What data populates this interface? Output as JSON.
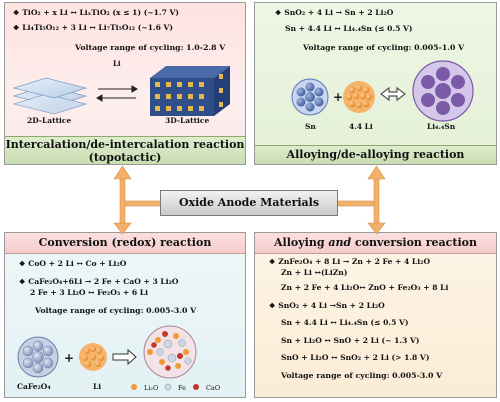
{
  "center": {
    "title": "Oxide Anode Materials"
  },
  "intercalation": {
    "title": "Intercalation/de-intercalation reaction (topotactic)",
    "equations": [
      "TiO₂ + x Li ↔ LiₓTiO₂ (x ≤ 1) (~1.7 V)",
      "Li₄Ti₅O₁₂ + 3 Li ↔ Li₇Ti₅O₁₂ (~1.6 V)"
    ],
    "voltage": "Voltage range of cycling: 1.0-2.8 V",
    "li_label": "Li",
    "label_2d": "2D-Lattice",
    "label_3d": "3D-Lattice"
  },
  "alloying": {
    "title": "Alloying/de-alloying reaction",
    "equations": [
      "SnO₂ + 4 Li → Sn + 2 Li₂O",
      "Sn + 4.4 Li ↔ Li₄.₄Sn (≤ 0.5 V)"
    ],
    "voltage": "Voltage range of cycling: 0.005-1.0 V",
    "label_sn": "Sn",
    "label_li": "4.4 Li",
    "label_lisn": "Li₄.₄Sn"
  },
  "conversion": {
    "title": "Conversion (redox) reaction",
    "equations": [
      "CoO + 2 Li ↔ Co + Li₂O",
      "CaFe₂O₄+6Li → 2 Fe + CaO + 3 Li₂O",
      "2 Fe + 3 Li₂O ↔ Fe₂O₃ + 6 Li"
    ],
    "voltage": "Voltage range of cycling: 0.005-3.0 V",
    "label_cafe": "CaFe₂O₄",
    "label_li": "Li",
    "legend": [
      "Li₂O",
      "Fe",
      "CaO"
    ]
  },
  "alloy_conv": {
    "title": "Alloying and conversion reaction",
    "title_pre": "Alloying ",
    "title_em": "and",
    "title_post": " conversion reaction",
    "equations": [
      "ZnFe₂O₄ + 8 Li → Zn + 2 Fe + 4 Li₂O",
      "Zn + Li ↔(LiZn)",
      "Zn + 2 Fe + 4 Li₂O↔ ZnO + Fe₂O₃ + 8 Li",
      "SnO₂ + 4 Li →Sn + 2 Li₂O",
      "Sn + 4.4 Li ↔ Li₄.₄Sn (≤ 0.5 V)",
      "Sn + Li₂O ↔ SnO + 2 Li (~ 1.3 V)",
      "SnO + Li₂O ↔ SnO₂ + 2 Li (> 1.8 V)"
    ],
    "voltage": "Voltage range of cycling: 0.005-3.0 V"
  },
  "colors": {
    "arrow": "#f2b16b",
    "tl_title_bg": "#cfe2ba",
    "bottom_title_bg": "#f8d3d3",
    "sn": "#5b77b8",
    "li": "#f29a3a",
    "lisn": "#7b5aa6",
    "lattice_3d": "#2f4f8a",
    "lattice_dot": "#e6b84a"
  },
  "icons": {
    "bullet": "diamond-bullet-icon"
  }
}
